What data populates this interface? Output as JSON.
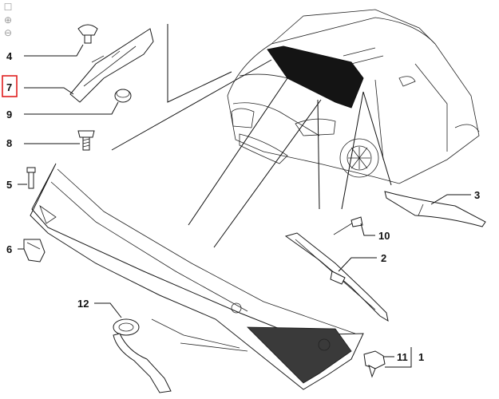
{
  "toolbar": {
    "tools": [
      {
        "name": "fit-icon",
        "glyph": "☐"
      },
      {
        "name": "zoom-in-icon",
        "glyph": "⊕"
      },
      {
        "name": "zoom-out-icon",
        "glyph": "⊖"
      }
    ]
  },
  "diagram": {
    "callouts": [
      {
        "id": "c4",
        "label": "4"
      },
      {
        "id": "c7",
        "label": "7",
        "highlighted": true
      },
      {
        "id": "c9",
        "label": "9"
      },
      {
        "id": "c8",
        "label": "8"
      },
      {
        "id": "c5",
        "label": "5"
      },
      {
        "id": "c6",
        "label": "6"
      },
      {
        "id": "c3",
        "label": "3"
      },
      {
        "id": "c10",
        "label": "10"
      },
      {
        "id": "c2",
        "label": "2"
      },
      {
        "id": "c12",
        "label": "12"
      },
      {
        "id": "c11",
        "label": "11"
      },
      {
        "id": "c1",
        "label": "1"
      }
    ]
  },
  "colors": {
    "highlight": "#e02020",
    "line": "#111111",
    "part_fill": "#ffffff",
    "dark_fill": "#141414",
    "zoom_icon": "#9a9a9a"
  }
}
